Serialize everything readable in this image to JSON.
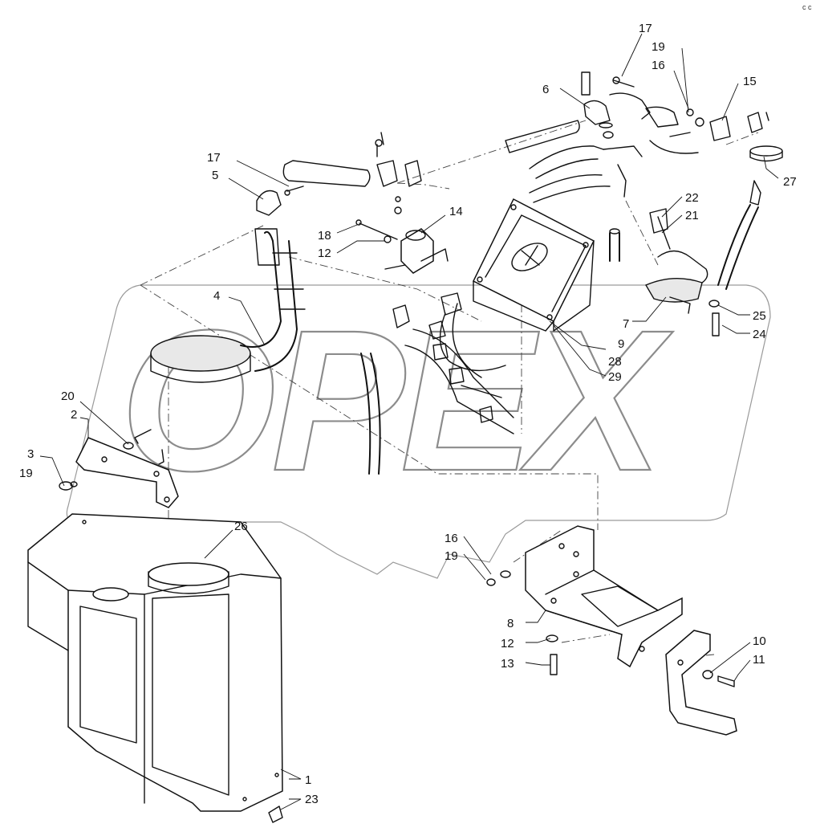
{
  "corner_mark": "c  c",
  "watermark": {
    "text": "OPEX"
  },
  "callouts": [
    {
      "id": "c1",
      "text": "1"
    },
    {
      "id": "c2",
      "text": "2"
    },
    {
      "id": "c3",
      "text": "3"
    },
    {
      "id": "c4",
      "text": "4"
    },
    {
      "id": "c5",
      "text": "5"
    },
    {
      "id": "c6",
      "text": "6"
    },
    {
      "id": "c7",
      "text": "7"
    },
    {
      "id": "c8",
      "text": "8"
    },
    {
      "id": "c9",
      "text": "9"
    },
    {
      "id": "c10",
      "text": "10"
    },
    {
      "id": "c11",
      "text": "11"
    },
    {
      "id": "c12a",
      "text": "12"
    },
    {
      "id": "c12b",
      "text": "12"
    },
    {
      "id": "c13",
      "text": "13"
    },
    {
      "id": "c14",
      "text": "14"
    },
    {
      "id": "c15",
      "text": "15"
    },
    {
      "id": "c16a",
      "text": "16"
    },
    {
      "id": "c16b",
      "text": "16"
    },
    {
      "id": "c17a",
      "text": "17"
    },
    {
      "id": "c17b",
      "text": "17"
    },
    {
      "id": "c18",
      "text": "18"
    },
    {
      "id": "c19a",
      "text": "19"
    },
    {
      "id": "c19b",
      "text": "19"
    },
    {
      "id": "c19c",
      "text": "19"
    },
    {
      "id": "c20",
      "text": "20"
    },
    {
      "id": "c21",
      "text": "21"
    },
    {
      "id": "c22",
      "text": "22"
    },
    {
      "id": "c23",
      "text": "23"
    },
    {
      "id": "c24",
      "text": "24"
    },
    {
      "id": "c25",
      "text": "25"
    },
    {
      "id": "c26",
      "text": "26"
    },
    {
      "id": "c27",
      "text": "27"
    },
    {
      "id": "c28",
      "text": "28"
    },
    {
      "id": "c29",
      "text": "29"
    }
  ]
}
